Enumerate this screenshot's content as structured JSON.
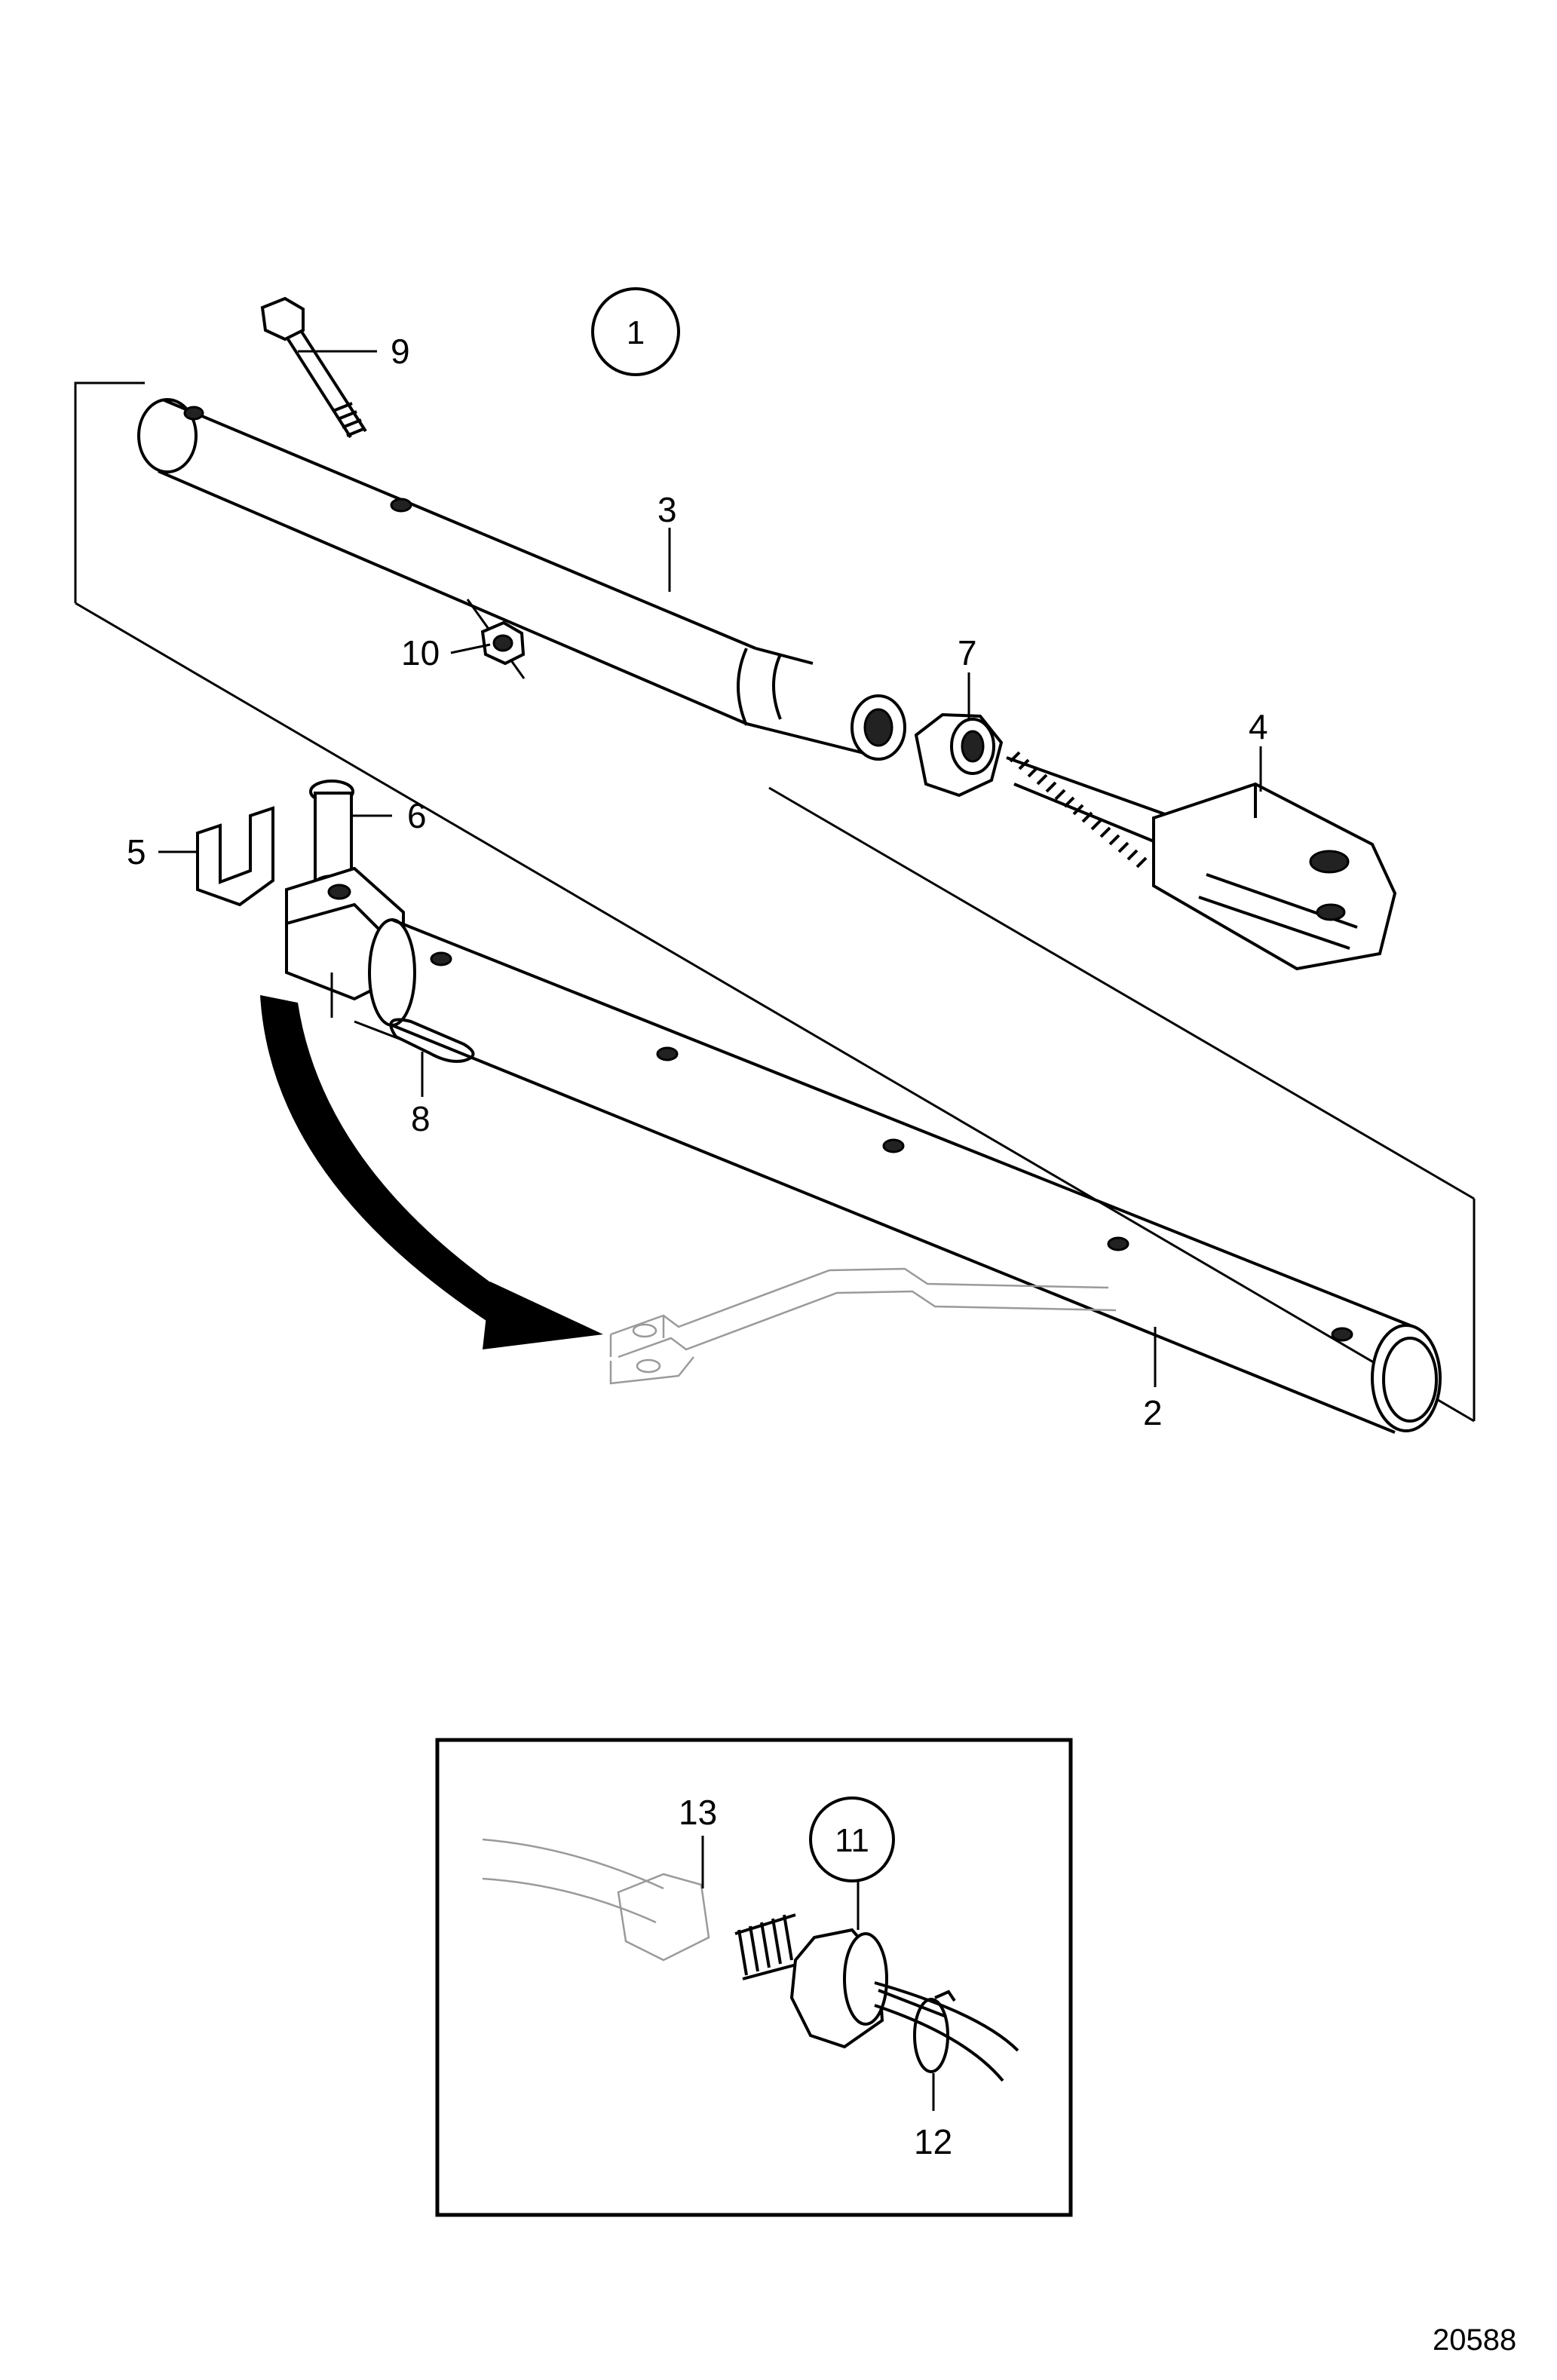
{
  "diagram": {
    "figure_number": "20588",
    "callouts": [
      {
        "id": "callout-9",
        "label": "9"
      },
      {
        "id": "callout-3",
        "label": "3"
      },
      {
        "id": "callout-10",
        "label": "10"
      },
      {
        "id": "callout-7",
        "label": "7"
      },
      {
        "id": "callout-4",
        "label": "4"
      },
      {
        "id": "callout-5",
        "label": "5"
      },
      {
        "id": "callout-6",
        "label": "6"
      },
      {
        "id": "callout-8",
        "label": "8"
      },
      {
        "id": "callout-2",
        "label": "2"
      },
      {
        "id": "callout-13",
        "label": "13"
      },
      {
        "id": "callout-12",
        "label": "12"
      }
    ],
    "circled_callouts": [
      {
        "id": "circled-1",
        "label": "1"
      },
      {
        "id": "circled-11",
        "label": "11"
      }
    ]
  }
}
